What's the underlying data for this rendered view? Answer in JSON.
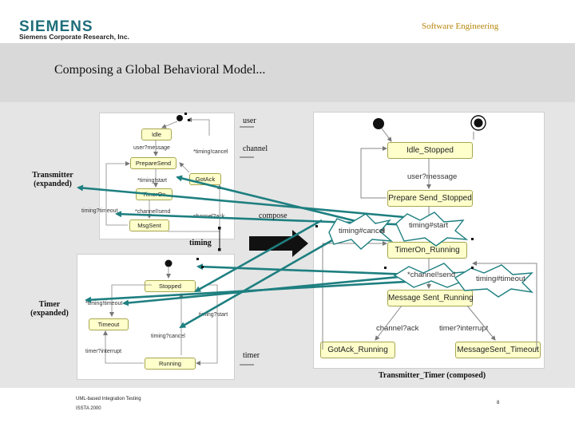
{
  "header": {
    "logo": "SIEMENS",
    "logo_subtitle": "Siemens Corporate Research, Inc.",
    "subject": "Software Engineering"
  },
  "slide_title": "Composing a Global Behavioral Model...",
  "transmitter": {
    "caption_line1": "Transmitter",
    "caption_line2": "(expanded)",
    "states": [
      "Idle",
      "PrepareSend",
      "TimerOn",
      "GotAck",
      "MsgSent"
    ],
    "labels": [
      "user?message",
      "*timing!cancel",
      "*timing!start",
      "timing?timeout",
      "*channel!send",
      "channel?ack"
    ]
  },
  "timer": {
    "caption_line1": "Timer",
    "caption_line2": "(expanded)",
    "states": [
      "Stopped",
      "Timeout",
      "Running"
    ],
    "labels": [
      "*timing!timeout",
      "timing?start",
      "timing?cancel",
      "timer?interrupt"
    ]
  },
  "composed": {
    "caption": "Transmitter_Timer (composed)",
    "states": [
      "Idle_Stopped",
      "Prepare Send_Stopped",
      "TimerOn_Running",
      "Message Sent_Running",
      "GotAck_Running",
      "MessageSent_Timeout"
    ],
    "labels": [
      "user?message",
      "timing#cancel",
      "timing#start",
      "*channel!send",
      "timing#timeout",
      "channel?ack",
      "timer?interrupt"
    ]
  },
  "annotations": {
    "user": "user",
    "channel": "channel",
    "compose": "compose",
    "timing": "timing",
    "timer": "timer"
  },
  "footer": {
    "line1": "UML-based Integration Testing",
    "line2": "ISSTA 2000",
    "page": "8"
  },
  "colors": {
    "logo": "#1e6e7a",
    "subject": "#b8860b",
    "arrow": "#1e7f80",
    "state_fill": "#ffffcc",
    "state_border": "#a6a650"
  }
}
